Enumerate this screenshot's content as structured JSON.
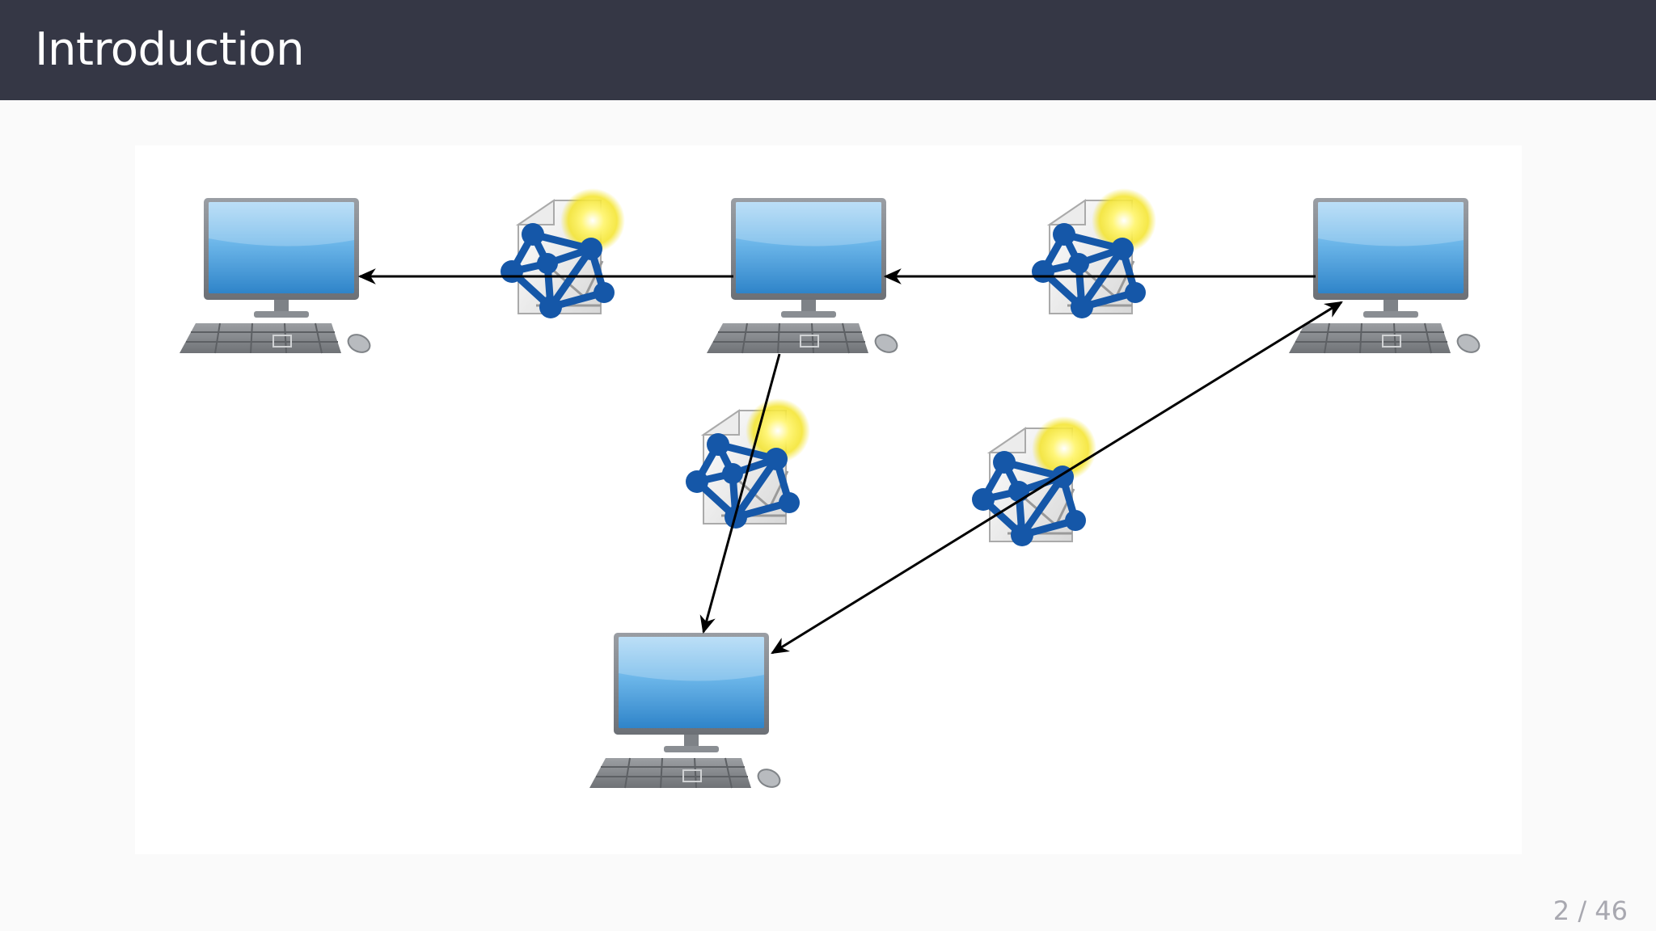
{
  "slide": {
    "title": "Introduction",
    "page_number": "2 / 46"
  },
  "diagram": {
    "nodes": [
      {
        "id": "computer-1",
        "icon": "computer-icon"
      },
      {
        "id": "computer-2",
        "icon": "computer-icon"
      },
      {
        "id": "computer-3",
        "icon": "computer-icon"
      },
      {
        "id": "computer-4",
        "icon": "computer-icon"
      }
    ],
    "messages": [
      {
        "id": "message-1",
        "icon": "network-message-icon"
      },
      {
        "id": "message-2",
        "icon": "network-message-icon"
      },
      {
        "id": "message-3",
        "icon": "network-message-icon"
      },
      {
        "id": "message-4",
        "icon": "network-message-icon"
      }
    ],
    "edges": [
      {
        "from": "computer-2",
        "to": "computer-1",
        "direction": "one-way"
      },
      {
        "from": "computer-3",
        "to": "computer-2",
        "direction": "one-way"
      },
      {
        "from": "computer-2",
        "to": "computer-4",
        "direction": "one-way"
      },
      {
        "from": "computer-4",
        "to": "computer-3",
        "direction": "two-way"
      }
    ],
    "colors": {
      "header_bg": "#353745",
      "screen_blue": "#4aa3df",
      "message_blue": "#1557a8",
      "glow_yellow": "#ffee33"
    }
  }
}
